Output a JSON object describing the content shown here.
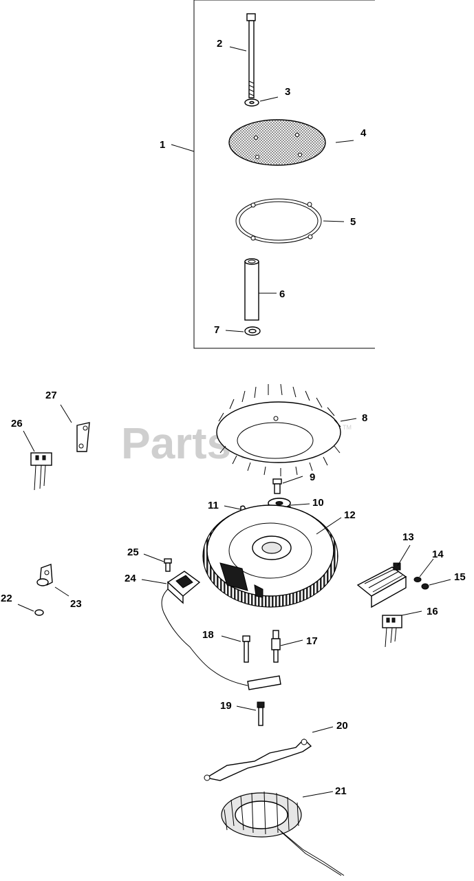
{
  "watermark": "PartsTree",
  "trademark": "TM",
  "callouts": {
    "c1": "1",
    "c2": "2",
    "c3": "3",
    "c4": "4",
    "c5": "5",
    "c6": "6",
    "c7": "7",
    "c8": "8",
    "c9": "9",
    "c10": "10",
    "c11": "11",
    "c12": "12",
    "c13": "13",
    "c14": "14",
    "c15": "15",
    "c16": "16",
    "c17": "17",
    "c18": "18",
    "c19": "19",
    "c20": "20",
    "c21": "21",
    "c22": "22",
    "c23": "23",
    "c24": "24",
    "c25": "25",
    "c26": "26",
    "c27": "27"
  }
}
